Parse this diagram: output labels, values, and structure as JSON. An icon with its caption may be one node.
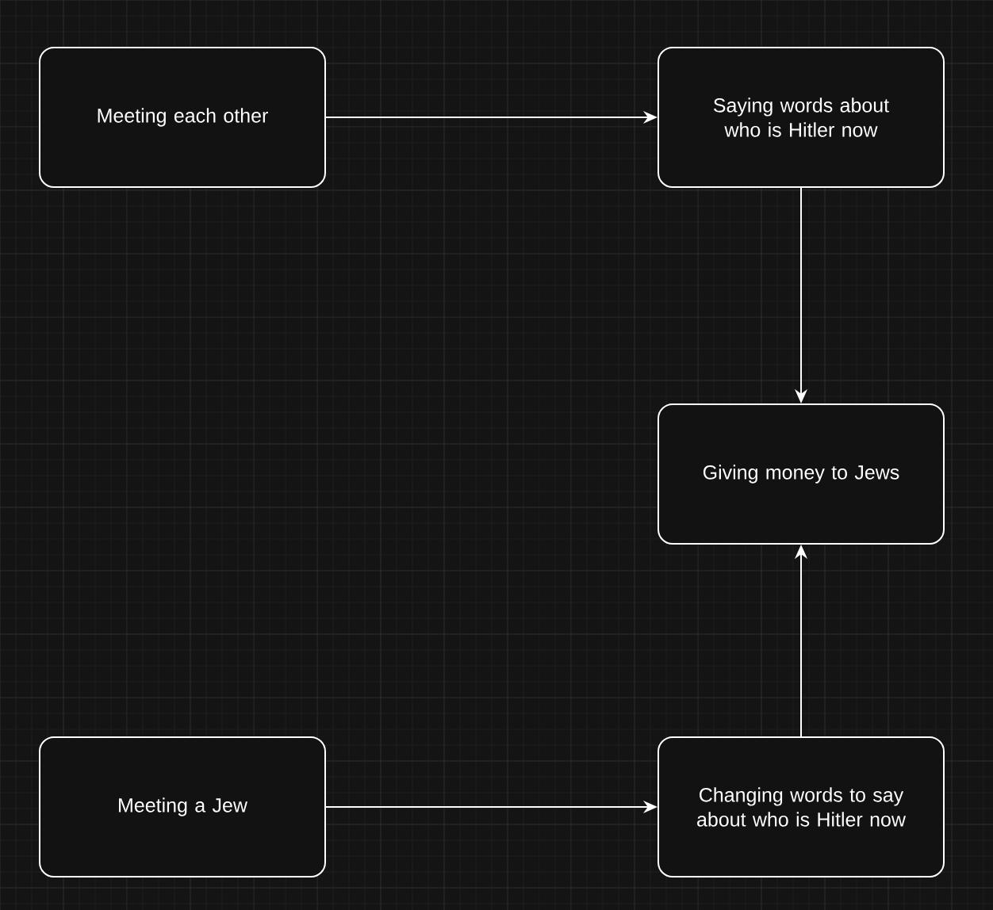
{
  "diagram": {
    "nodes": [
      {
        "text": [
          "Meeting each other"
        ]
      },
      {
        "text": [
          "Saying words about who is Hitler now"
        ]
      },
      {
        "text": [
          "Giving money to Jews"
        ]
      },
      {
        "text": [
          "Meeting a Jew"
        ]
      },
      {
        "text": [
          "Changing words to say about who is Hitler now"
        ]
      }
    ],
    "edges": [
      {
        "from": 0,
        "to": 1,
        "arrow": "to"
      },
      {
        "from": 1,
        "to": 2,
        "arrow": "to"
      },
      {
        "from": 3,
        "to": 4,
        "arrow": "to"
      },
      {
        "from": 4,
        "to": 2,
        "arrow": "to"
      }
    ]
  }
}
